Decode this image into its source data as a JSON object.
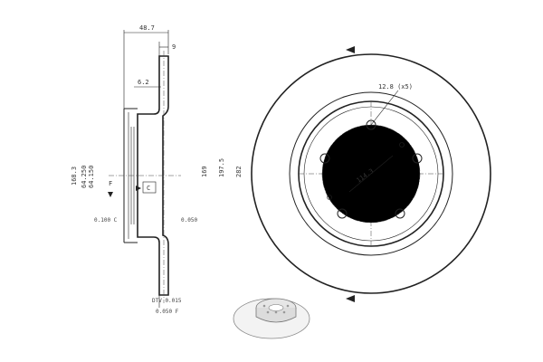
{
  "section_view": {
    "dim_width": "48.7",
    "dim_flange": "9",
    "dim_hat": "6.2",
    "dim_bore": "168.3",
    "dim_hub_max": "64.250",
    "dim_hub_min": "64.150",
    "dim_diameter_inner": "169",
    "dim_friction_diameter": "197.5",
    "dim_outer_diameter": "282",
    "tol_runout_left": "0.100 C",
    "tol_runout_right": "0.050",
    "tol_dtv": "DTV 0.015",
    "tol_flatness": "0.050 F",
    "datum_f": "F",
    "datum_c": "C"
  },
  "front_view": {
    "hole_label": "12.8 (x5)",
    "pcd_label": "114.3"
  }
}
